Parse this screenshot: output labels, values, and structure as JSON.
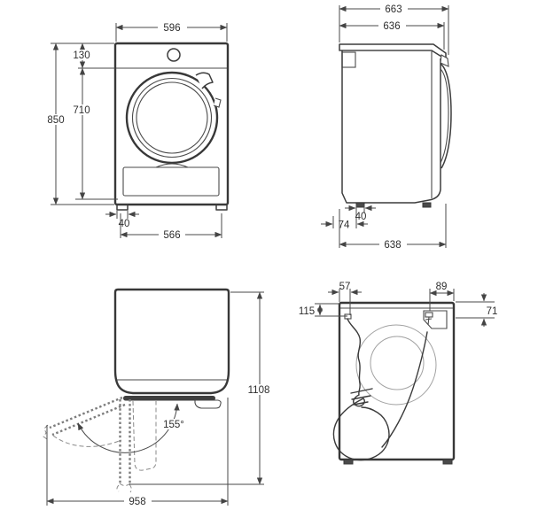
{
  "diagram": {
    "type": "appliance-dimension-drawing",
    "front_view": {
      "overall_width": "596",
      "control_panel_height": "130",
      "overall_height": "850",
      "door_area_height": "710",
      "foot_inset": "40",
      "feet_distance": "566"
    },
    "side_view": {
      "overall_depth": "663",
      "body_depth": "636",
      "foot_width": "40",
      "rear_foot_offset": "74",
      "base_depth": "638"
    },
    "top_view": {
      "depth_door_open": "1108",
      "door_swing_angle": "155°",
      "width_door_open": "958"
    },
    "rear_view": {
      "hose_outlet_from_left": "57",
      "hook_from_right": "89",
      "hose_outlet_from_top": "115",
      "hook_from_top": "71"
    }
  }
}
